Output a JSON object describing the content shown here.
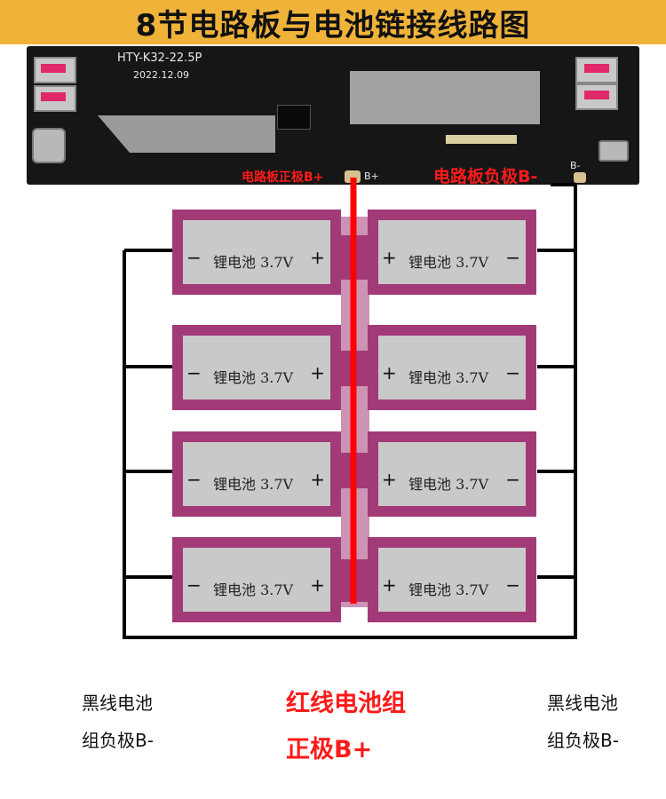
{
  "title": "8节电路板与电池链接线路图",
  "board": {
    "model": "HTY-K32-22.5P",
    "date": "2022.12.09",
    "pad_b_plus": "B+",
    "pad_b_minus": "B-",
    "label_positive": "电路板正极B+",
    "label_negative": "电路板负极B-"
  },
  "cells": [
    {
      "label": "锂电池 3.7V",
      "left_symbol": "−",
      "right_symbol": "+"
    },
    {
      "label": "锂电池 3.7V",
      "left_symbol": "+",
      "right_symbol": "−"
    },
    {
      "label": "锂电池 3.7V",
      "left_symbol": "−",
      "right_symbol": "+"
    },
    {
      "label": "锂电池 3.7V",
      "left_symbol": "+",
      "right_symbol": "−"
    },
    {
      "label": "锂电池 3.7V",
      "left_symbol": "−",
      "right_symbol": "+"
    },
    {
      "label": "锂电池 3.7V",
      "left_symbol": "+",
      "right_symbol": "−"
    },
    {
      "label": "锂电池 3.7V",
      "left_symbol": "−",
      "right_symbol": "+"
    },
    {
      "label": "锂电池 3.7V",
      "left_symbol": "+",
      "right_symbol": "−"
    }
  ],
  "legend": {
    "left_line1": "黑线电池",
    "left_line2": "组负极B-",
    "center_line1": "红线电池组",
    "center_line2": "正极B+",
    "right_line1": "黑线电池",
    "right_line2": "组负极B-"
  },
  "colors": {
    "banner": "#f0b33a",
    "positive_wire": "#ff0000",
    "negative_wire": "#000000",
    "cell_frame": "#a23a78",
    "cell_body": "#c9c9c9",
    "board": "#161616"
  }
}
